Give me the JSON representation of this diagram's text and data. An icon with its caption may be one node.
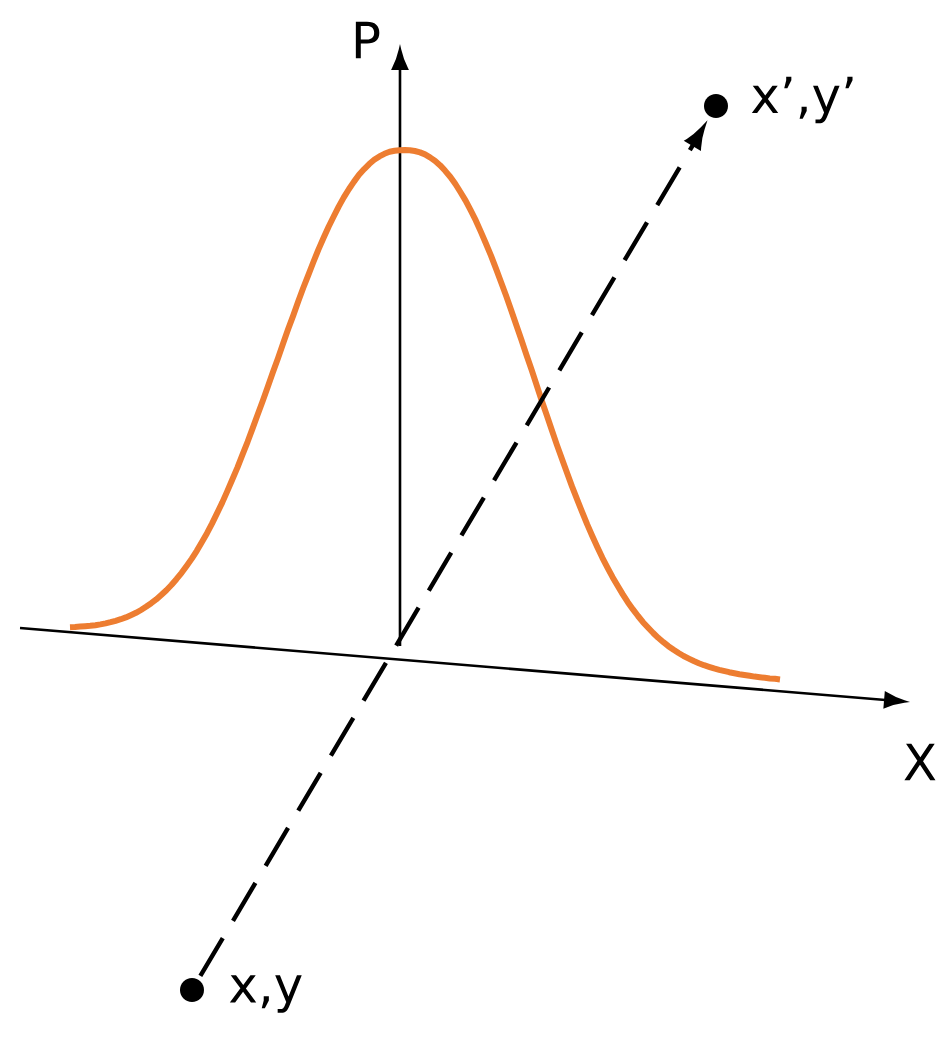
{
  "diagram": {
    "nodes": [
      {
        "text": [],
        "shape": "circle",
        "beside": [
          "x,y"
        ]
      },
      {
        "text": [],
        "shape": "circle",
        "beside": [
          "x’,y’"
        ]
      }
    ],
    "edges": [
      {
        "from": 0,
        "to": 1,
        "arrow": "to",
        "style": "dashed"
      }
    ],
    "labels": [
      "P",
      "X"
    ]
  }
}
